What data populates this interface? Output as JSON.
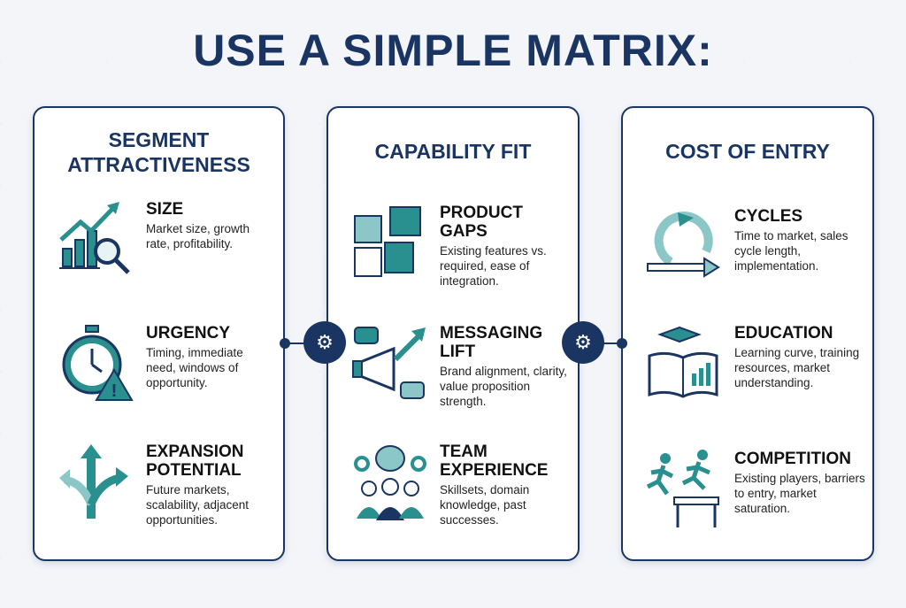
{
  "title": "USE A SIMPLE MATRIX:",
  "columns": [
    {
      "heading_lines": [
        "SEGMENT",
        "ATTRACTIVENESS"
      ],
      "items": [
        {
          "icon": "growth-chart-magnifier-icon",
          "title": [
            "SIZE"
          ],
          "desc": "Market size, growth rate, profitability."
        },
        {
          "icon": "stopwatch-warning-icon",
          "title": [
            "URGENCY"
          ],
          "desc": "Timing, immediate need, windows of opportunity."
        },
        {
          "icon": "branching-arrows-icon",
          "title": [
            "EXPANSION",
            "POTENTIAL"
          ],
          "desc": "Future markets, scalability, adjacent opportunities."
        }
      ]
    },
    {
      "heading_lines": [
        "CAPABILITY FIT"
      ],
      "items": [
        {
          "icon": "puzzle-icon",
          "title": [
            "PRODUCT",
            "GAPS"
          ],
          "desc": "Existing features vs. required, ease of integration."
        },
        {
          "icon": "megaphone-icon",
          "title": [
            "MESSAGING",
            "LIFT"
          ],
          "desc": "Brand alignment, clarity, value proposition strength."
        },
        {
          "icon": "team-brain-icon",
          "title": [
            "TEAM",
            "EXPERIENCE"
          ],
          "desc": "Skillsets, domain knowledge, past successes."
        }
      ]
    },
    {
      "heading_lines": [
        "COST OF ENTRY"
      ],
      "items": [
        {
          "icon": "cycle-arrow-icon",
          "title": [
            "CYCLES"
          ],
          "desc": "Time to market, sales cycle length, implementation."
        },
        {
          "icon": "book-graduation-icon",
          "title": [
            "EDUCATION"
          ],
          "desc": "Learning curve, training resources, market understanding."
        },
        {
          "icon": "hurdle-runners-icon",
          "title": [
            "COMPETITION"
          ],
          "desc": "Existing players, barriers to entry, market saturation."
        }
      ]
    }
  ],
  "colors": {
    "navy": "#1b3563",
    "teal": "#2a8f8f"
  }
}
